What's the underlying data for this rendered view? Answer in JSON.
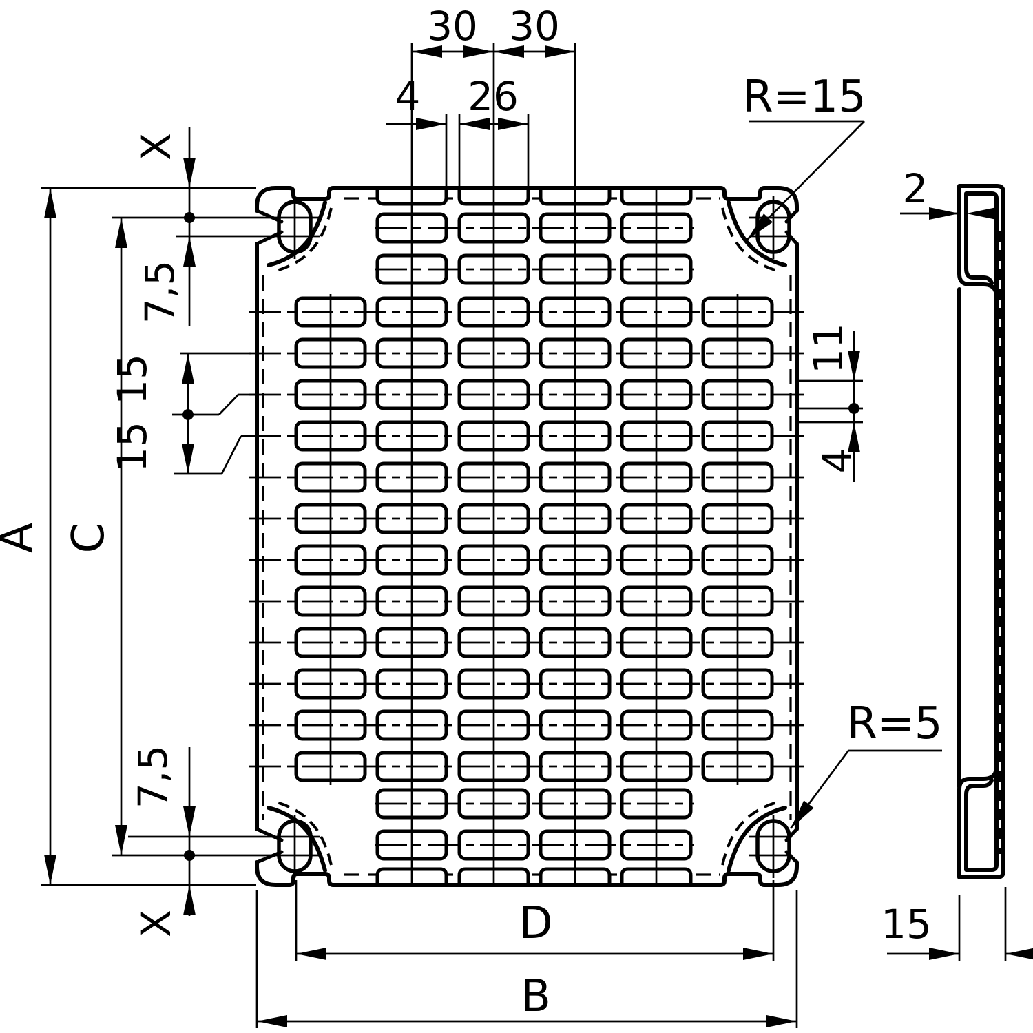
{
  "drawing": {
    "top_dims": {
      "pitch_left": "30",
      "pitch_right": "30",
      "slot_gap": "4",
      "slot_width": "26"
    },
    "left_dims": {
      "x_top": "X",
      "offset_top": "7,5",
      "grid_upper": "15",
      "grid_lower": "15",
      "overall_height": "A",
      "hole_center_height": "C",
      "offset_bottom": "7,5",
      "x_bottom": "X"
    },
    "right_dims": {
      "slot_height": "11",
      "row_gap": "4"
    },
    "bottom_dims": {
      "hole_center_width": "D",
      "overall_width": "B"
    },
    "side_dims": {
      "sheet_thickness": "2",
      "profile_depth": "15"
    },
    "radii": {
      "corner_radius": "R=15",
      "slot_radius": "R=5"
    }
  }
}
